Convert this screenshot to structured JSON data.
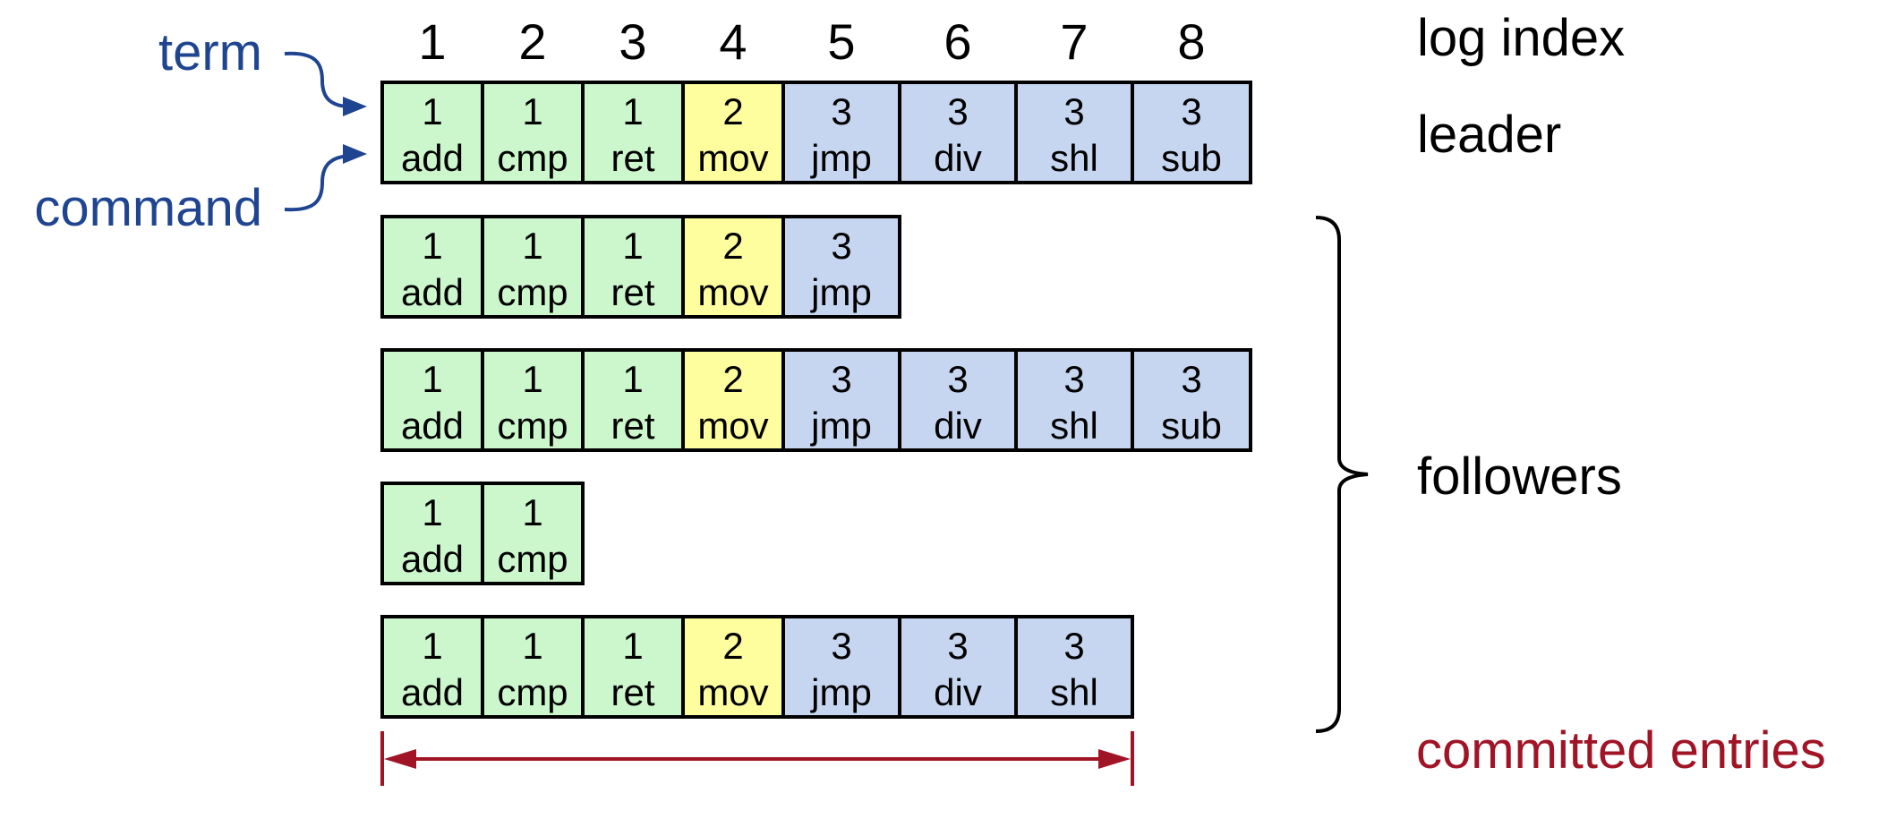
{
  "colors": {
    "term_1": "#ccf7cc",
    "term_2": "#fefe9e",
    "term_3": "#c7d6f0",
    "annotation": "#1f4591",
    "committed": "#a01426"
  },
  "log_index_numbers": [
    "1",
    "2",
    "3",
    "4",
    "5",
    "6",
    "7",
    "8"
  ],
  "labels": {
    "log_index": "log index",
    "leader": "leader",
    "followers": "followers",
    "term": "term",
    "command": "command",
    "committed": "committed entries"
  },
  "committed_upto_index": 7,
  "logs": [
    {
      "role": "leader",
      "entries": [
        {
          "term": "1",
          "cmd": "add"
        },
        {
          "term": "1",
          "cmd": "cmp"
        },
        {
          "term": "1",
          "cmd": "ret"
        },
        {
          "term": "2",
          "cmd": "mov"
        },
        {
          "term": "3",
          "cmd": "jmp"
        },
        {
          "term": "3",
          "cmd": "div"
        },
        {
          "term": "3",
          "cmd": "shl"
        },
        {
          "term": "3",
          "cmd": "sub"
        }
      ]
    },
    {
      "role": "follower",
      "entries": [
        {
          "term": "1",
          "cmd": "add"
        },
        {
          "term": "1",
          "cmd": "cmp"
        },
        {
          "term": "1",
          "cmd": "ret"
        },
        {
          "term": "2",
          "cmd": "mov"
        },
        {
          "term": "3",
          "cmd": "jmp"
        }
      ]
    },
    {
      "role": "follower",
      "entries": [
        {
          "term": "1",
          "cmd": "add"
        },
        {
          "term": "1",
          "cmd": "cmp"
        },
        {
          "term": "1",
          "cmd": "ret"
        },
        {
          "term": "2",
          "cmd": "mov"
        },
        {
          "term": "3",
          "cmd": "jmp"
        },
        {
          "term": "3",
          "cmd": "div"
        },
        {
          "term": "3",
          "cmd": "shl"
        },
        {
          "term": "3",
          "cmd": "sub"
        }
      ]
    },
    {
      "role": "follower",
      "entries": [
        {
          "term": "1",
          "cmd": "add"
        },
        {
          "term": "1",
          "cmd": "cmp"
        }
      ]
    },
    {
      "role": "follower",
      "entries": [
        {
          "term": "1",
          "cmd": "add"
        },
        {
          "term": "1",
          "cmd": "cmp"
        },
        {
          "term": "1",
          "cmd": "ret"
        },
        {
          "term": "2",
          "cmd": "mov"
        },
        {
          "term": "3",
          "cmd": "jmp"
        },
        {
          "term": "3",
          "cmd": "div"
        },
        {
          "term": "3",
          "cmd": "shl"
        }
      ]
    }
  ]
}
